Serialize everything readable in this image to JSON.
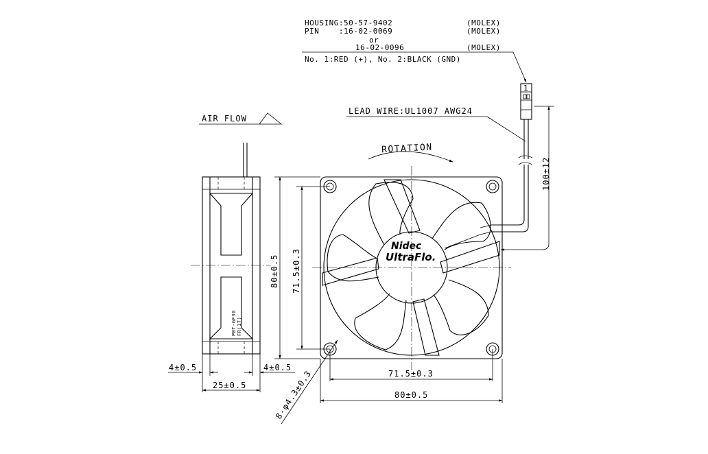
{
  "connector": {
    "housing": "HOUSING:50-57-9402",
    "pin": "PIN    :16-02-0069",
    "or": "or",
    "pin_alt": "16-02-0096",
    "maker1": "(MOLEX)",
    "maker2": "(MOLEX)",
    "maker3": "(MOLEX)",
    "wiring": "No. 1:RED (+), No. 2:BLACK (GND)"
  },
  "lead_wire": "LEAD WIRE:UL1007 AWG24",
  "air_flow": "AIR FLOW",
  "rotation": "ROTATION",
  "logo": {
    "line1": "Nidec",
    "line2": "UltraFlo."
  },
  "label_text": {
    "line1": "PBT-GF30",
    "line2": "FR(17)"
  },
  "connector_pin": "1",
  "dimensions": {
    "lead_length": "100±12",
    "height_outer": "80±0.5",
    "height_holes": "71.5±0.3",
    "width_holes": "71.5±0.3",
    "width_outer": "80±0.5",
    "holes": "8-φ4.3±0.3",
    "flange_left": "4±0.5",
    "flange_right": "4±0.5",
    "depth": "25±0.5"
  }
}
